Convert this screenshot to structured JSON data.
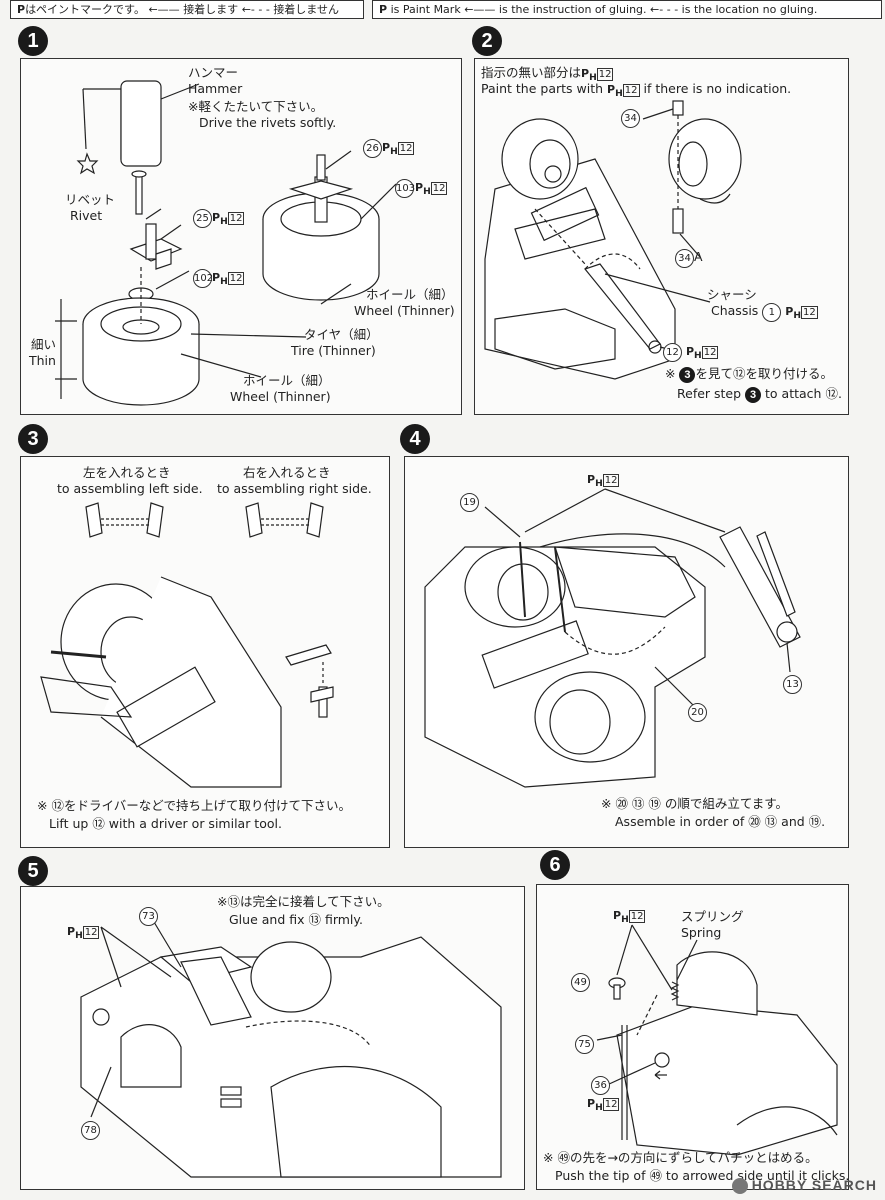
{
  "legend_jp": {
    "mark": "P",
    "text": "はペイントマークです。",
    "glue_arrow": "接着します",
    "noglue_arrow": "接着しません"
  },
  "legend_en": {
    "mark": "P",
    "text": "is Paint Mark",
    "glue_arrow": "is the instruction of gluing.",
    "noglue_arrow": "is the location no gluing."
  },
  "paint_code": {
    "prefix": "P",
    "sub": "H",
    "num": "12"
  },
  "steps": [
    {
      "number": "1",
      "labels": {
        "hammer_jp": "ハンマー",
        "hammer_en": "Hammer",
        "rivet_note_jp": "※軽くたたいて下さい。",
        "rivet_note_en": "Drive the rivets softly.",
        "rivet_jp": "リベット",
        "rivet_en": "Rivet",
        "wheel_jp": "ホイール（細）",
        "wheel_en": "Wheel (Thinner)",
        "tire_jp": "タイヤ（細）",
        "tire_en": "Tire (Thinner)",
        "wheel2_jp": "ホイール（細）",
        "wheel2_en": "Wheel (Thinner)",
        "thin_jp": "細い",
        "thin_en": "Thin"
      },
      "parts": [
        "26",
        "103",
        "25",
        "102"
      ]
    },
    {
      "number": "2",
      "labels": {
        "paint_note_jp": "指示の無い部分は",
        "paint_note_en": "Paint the parts with",
        "paint_note_en_tail": "if there is no indication.",
        "chassis_jp": "シャーシ",
        "chassis_en": "Chassis",
        "note_jp": "を見て⑫を取り付ける。",
        "note_en_pre": "Refer step",
        "note_en_post": "to attach ⑫."
      },
      "parts": [
        "34",
        "34A",
        "1",
        "12"
      ]
    },
    {
      "number": "3",
      "labels": {
        "left_jp": "左を入れるとき",
        "left_en": "to assembling left side.",
        "right_jp": "右を入れるとき",
        "right_en": "to assembling right side.",
        "note_jp": "※ ⑫をドライバーなどで持ち上げて取り付けて下さい。",
        "note_en": "Lift up ⑫ with a driver or similar tool."
      }
    },
    {
      "number": "4",
      "labels": {
        "note_jp": "※ ⑳ ⑬ ⑲ の順で組み立てます。",
        "note_en": "Assemble in order of ⑳ ⑬ and ⑲."
      },
      "parts": [
        "19",
        "13",
        "20"
      ]
    },
    {
      "number": "5",
      "labels": {
        "note_jp": "※⑬は完全に接着して下さい。",
        "note_en": "Glue and fix ⑬ firmly."
      },
      "parts": [
        "73",
        "78"
      ]
    },
    {
      "number": "6",
      "labels": {
        "spring_jp": "スプリング",
        "spring_en": "Spring",
        "note_jp": "※ ㊾の先を→の方向にずらしてパチッとはめる。",
        "note_en": "Push the tip of ㊾ to arrowed side until it clicks."
      },
      "parts": [
        "49",
        "75",
        "36"
      ]
    }
  ],
  "watermark": "HOBBY SEARCH"
}
